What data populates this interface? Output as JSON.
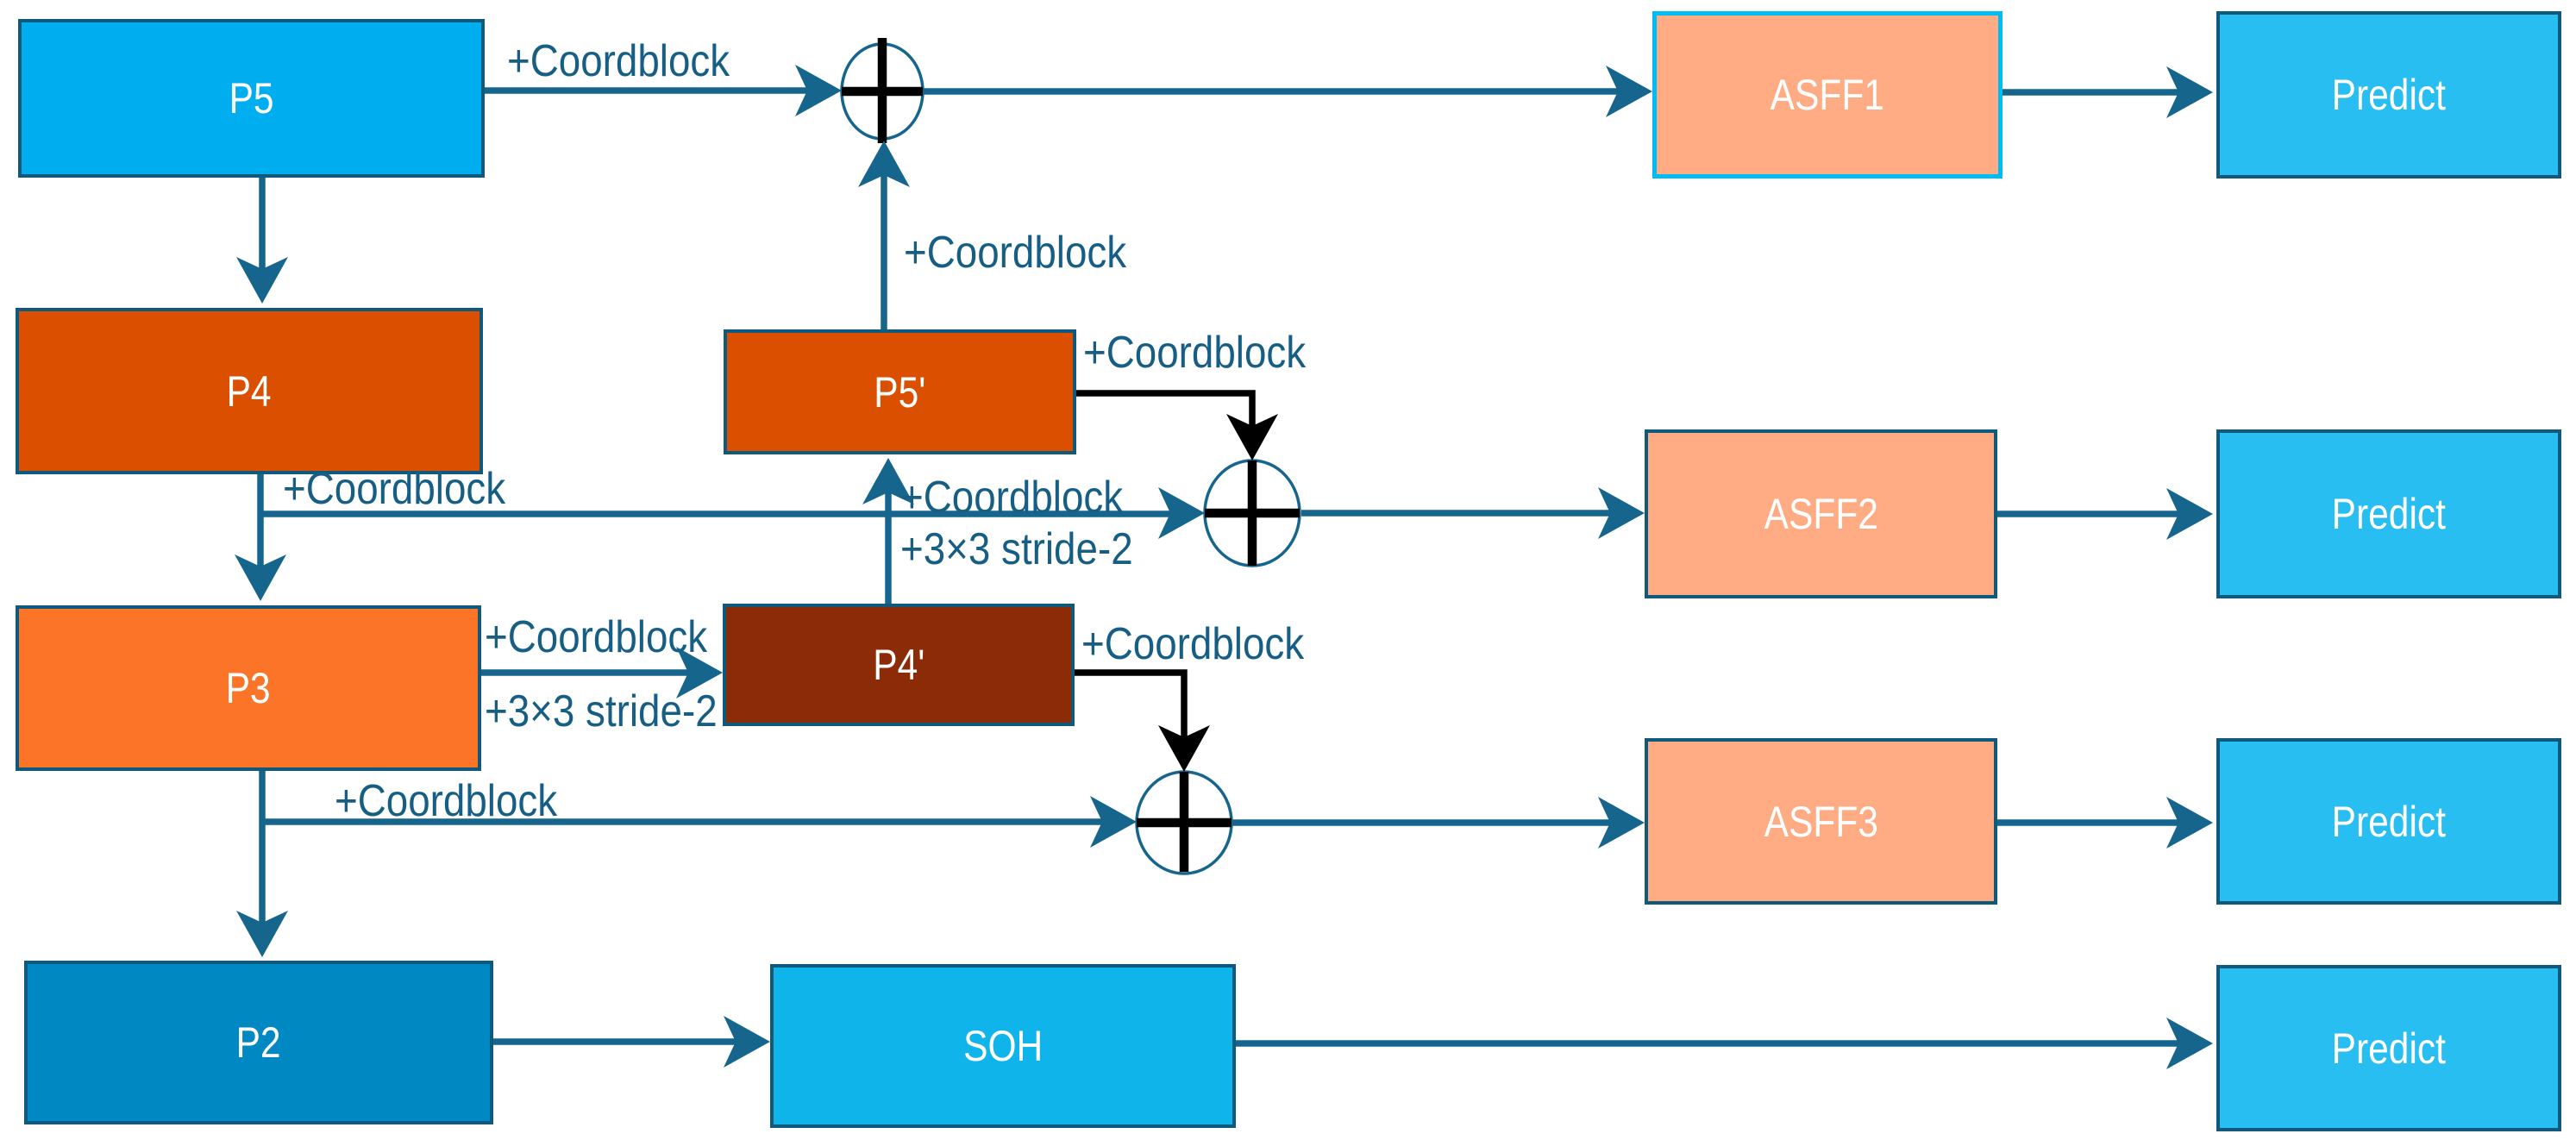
{
  "diagram": {
    "type": "network-architecture-flow",
    "colors": {
      "background": "#ffffff",
      "edge_teal": "#15658D",
      "edge_black": "#000000",
      "label_text": "#175E84",
      "box_border": "#0F597C",
      "p5_fill": "#00AEEF",
      "p4_fill": "#DA5000",
      "p3_fill": "#FB7428",
      "p2_fill": "#0088C2",
      "p5_prime_fill": "#DA5000",
      "p4_prime_fill": "#8C2B07",
      "soh_fill": "#0FB4EA",
      "asff_fill": "#FFAC84",
      "asff1_border": "#00BCF4",
      "predict_fill": "#29BEF1",
      "box_label_text": "#ffffff"
    },
    "boxes": {
      "p5": {
        "label": "P5"
      },
      "p4": {
        "label": "P4"
      },
      "p3": {
        "label": "P3"
      },
      "p2": {
        "label": "P2"
      },
      "p5_prime": {
        "label": "P5'"
      },
      "p4_prime": {
        "label": "P4'"
      },
      "soh": {
        "label": "SOH"
      },
      "asff1": {
        "label": "ASFF1"
      },
      "asff2": {
        "label": "ASFF2"
      },
      "asff3": {
        "label": "ASFF3"
      },
      "predict1": {
        "label": "Predict"
      },
      "predict2": {
        "label": "Predict"
      },
      "predict3": {
        "label": "Predict"
      },
      "predict4": {
        "label": "Predict"
      }
    },
    "edge_labels": {
      "p5_to_sum1": "+Coordblock",
      "p5prime_to_sum1": "+Coordblock",
      "p4_to_sum2": "+Coordblock",
      "p5prime_to_sum2": "+Coordblock",
      "p4prime_to_p5prime_coord": "+Coordblock",
      "p4prime_to_p5prime_stride": "+3×3 stride-2",
      "p3_to_p4prime_coord": "+Coordblock",
      "p3_to_p4prime_stride": "+3×3 stride-2",
      "p4prime_to_sum3": "+Coordblock",
      "p3_to_sum3": "+Coordblock"
    },
    "sum_nodes": [
      "sum-1",
      "sum-2",
      "sum-3"
    ]
  }
}
